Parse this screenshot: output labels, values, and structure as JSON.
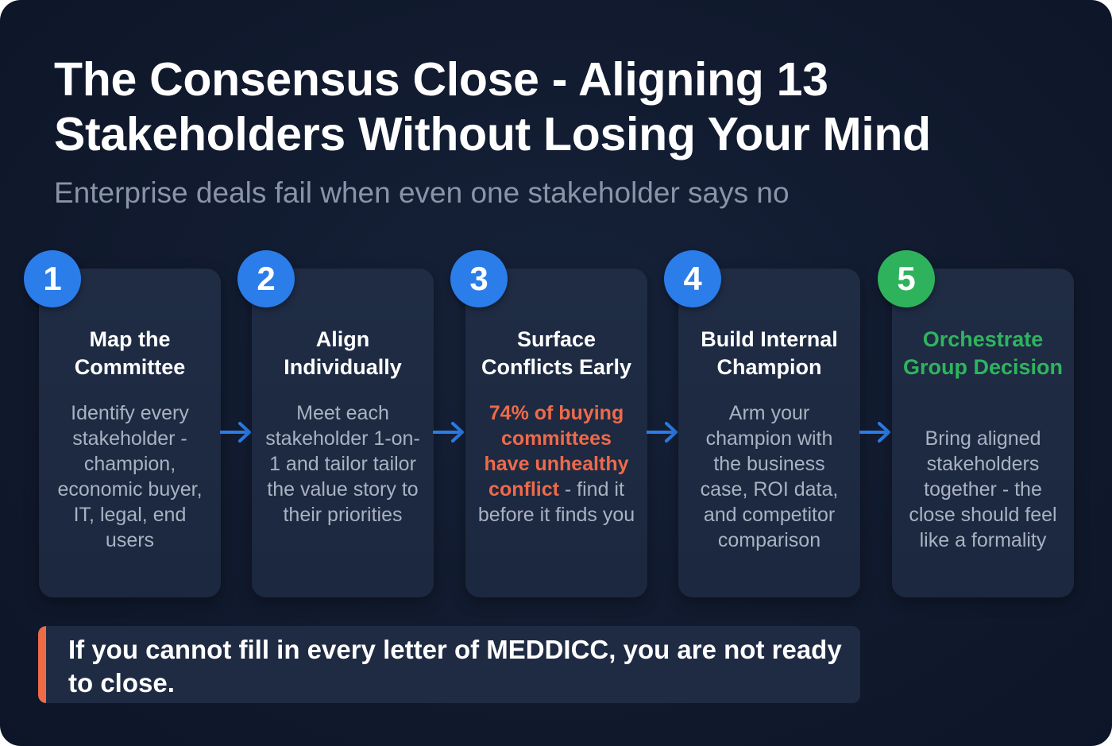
{
  "header": {
    "title": "The Consensus Close - Aligning 13 Stakeholders Without Losing Your Mind",
    "subtitle": "Enterprise deals fail when even one stakeholder says no"
  },
  "colors": {
    "background": "#111a2e",
    "card": "#1f2c44",
    "accent_blue": "#2b7de9",
    "accent_green": "#2eb35c",
    "highlight_red": "#ee6a4a",
    "callout_bar": "#ef6b45",
    "body_text": "#a9b2c2"
  },
  "steps": [
    {
      "number": "1",
      "badge_color": "blue",
      "title": "Map the Committee",
      "body": "Identify every stakeholder - champion, economic buyer, IT, legal, end users"
    },
    {
      "number": "2",
      "badge_color": "blue",
      "title": "Align Individually",
      "body": "Meet each stakeholder 1-on-1 and tailor tailor the value story to their priorities"
    },
    {
      "number": "3",
      "badge_color": "blue",
      "title": "Surface Conflicts Early",
      "body_highlight": "74% of buying committees have unhealthy conflict",
      "body": " - find it before it finds you"
    },
    {
      "number": "4",
      "badge_color": "blue",
      "title": "Build Internal Champion",
      "body": "Arm your champion with the business case, ROI data, and competitor comparison"
    },
    {
      "number": "5",
      "badge_color": "green",
      "title": "Orchestrate Group Decision",
      "body": "Bring aligned stakeholders together - the close should feel like a formality"
    }
  ],
  "arrows": [
    {
      "icon": "arrow-right-icon"
    },
    {
      "icon": "arrow-right-icon"
    },
    {
      "icon": "arrow-right-icon"
    },
    {
      "icon": "arrow-right-icon"
    }
  ],
  "callout": {
    "text": "If you cannot fill in every letter of MEDDICC, you are not ready to close."
  }
}
